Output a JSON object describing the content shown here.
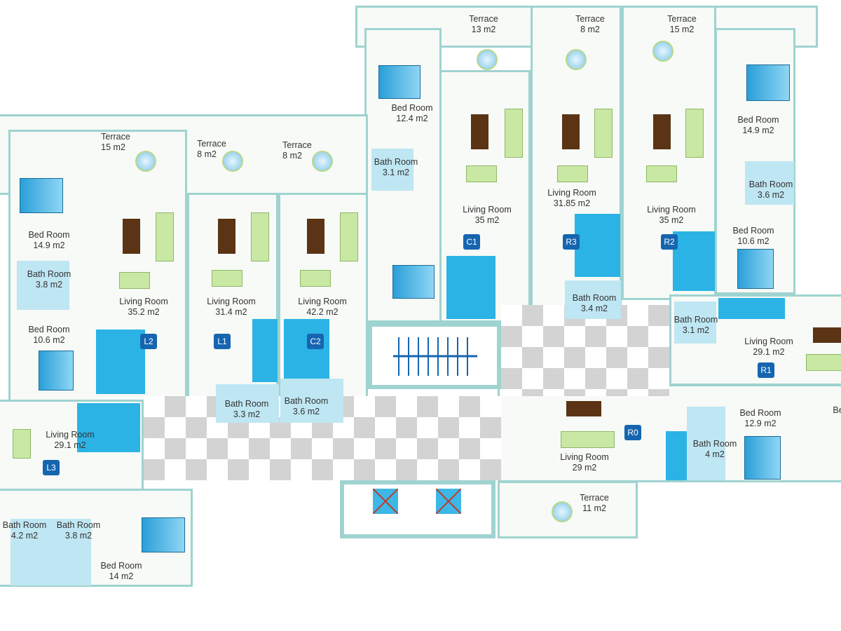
{
  "terraces": [
    {
      "label": "Terrace",
      "area": "13 m2"
    },
    {
      "label": "Terrace",
      "area": "8 m2"
    },
    {
      "label": "Terrace",
      "area": "15 m2"
    },
    {
      "label": "Terrace",
      "area": "15 m2"
    },
    {
      "label": "Terrace",
      "area": "8 m2"
    },
    {
      "label": "Terrace",
      "area": "8 m2"
    },
    {
      "label": "Terrace",
      "area": "11 m2"
    }
  ],
  "bedrooms": [
    {
      "label": "Bed Room",
      "area": "12.4 m2"
    },
    {
      "label": "Bed Room",
      "area": "14.9 m2"
    },
    {
      "label": "Bed Room",
      "area": "14.9 m2"
    },
    {
      "label": "Bed Room",
      "area": "10.6 m2"
    },
    {
      "label": "Bed Room",
      "area": "10.6 m2"
    },
    {
      "label": "Bed Room",
      "area": "12.9 m2"
    },
    {
      "label": "Bed Room",
      "area": "14 m2"
    },
    {
      "label": "Be"
    }
  ],
  "bathrooms": [
    {
      "label": "Bath Room",
      "area": "3.1 m2"
    },
    {
      "label": "Bath Room",
      "area": "3.6 m2"
    },
    {
      "label": "Bath Room",
      "area": "3.8 m2"
    },
    {
      "label": "Bath Room",
      "area": "3.4 m2"
    },
    {
      "label": "Bath Room",
      "area": "3.1 m2"
    },
    {
      "label": "Bath Room",
      "area": "3.3 m2"
    },
    {
      "label": "Bath Room",
      "area": "3.6 m2"
    },
    {
      "label": "Bath Room",
      "area": "4 m2"
    },
    {
      "label": "Bath Room",
      "area": "4.2 m2"
    },
    {
      "label": "Bath Room",
      "area": "3.8 m2"
    }
  ],
  "living_rooms": [
    {
      "label": "Living Room",
      "area": "35  m2"
    },
    {
      "label": "Living Room",
      "area": "31.85 m2"
    },
    {
      "label": "Living Room",
      "area": "35 m2"
    },
    {
      "label": "Living Room",
      "area": "35.2  m2"
    },
    {
      "label": "Living Room",
      "area": "31.4  m2"
    },
    {
      "label": "Living Room",
      "area": "42.2  m2"
    },
    {
      "label": "Living Room",
      "area": "29.1 m2"
    },
    {
      "label": "Living Room",
      "area": "29.1 m2"
    },
    {
      "label": "Living Room",
      "area": "29 m2"
    }
  ],
  "units": [
    "C1",
    "R3",
    "R2",
    "L2",
    "L1",
    "C2",
    "R1",
    "R0",
    "L3"
  ],
  "colors": {
    "wall": "#9fd3d0",
    "badge": "#1565b0",
    "kitchen": "#2bb3e6",
    "floor": "#f7faf6"
  }
}
